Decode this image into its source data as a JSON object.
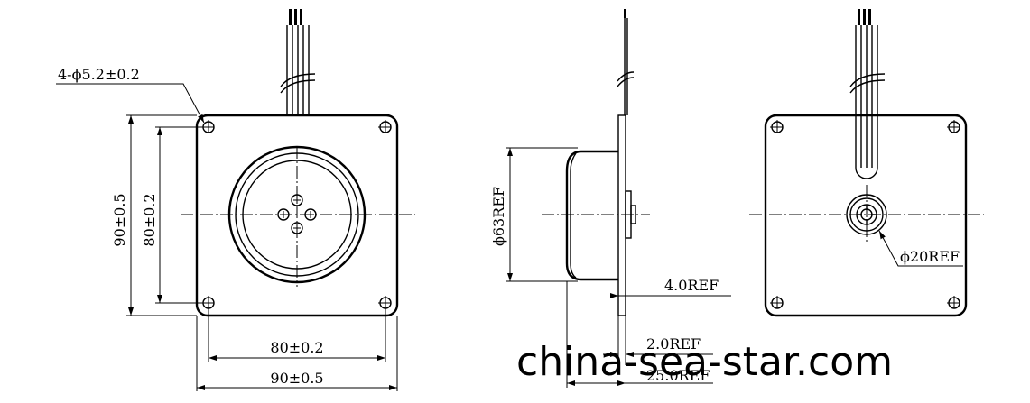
{
  "annotations": {
    "hole_callout": "4-ϕ5.2±0.2",
    "outer_height": "90±0.5",
    "hole_height": "80±0.2",
    "hole_width": "80±0.2",
    "outer_width": "90±0.5",
    "body_diameter": "ϕ63REF",
    "flange_thickness": "4.0REF",
    "plate_thickness": "2.0REF",
    "overall_depth": "25.0REF",
    "hub_diameter": "ϕ20REF"
  },
  "watermark": "china-sea-star.com"
}
